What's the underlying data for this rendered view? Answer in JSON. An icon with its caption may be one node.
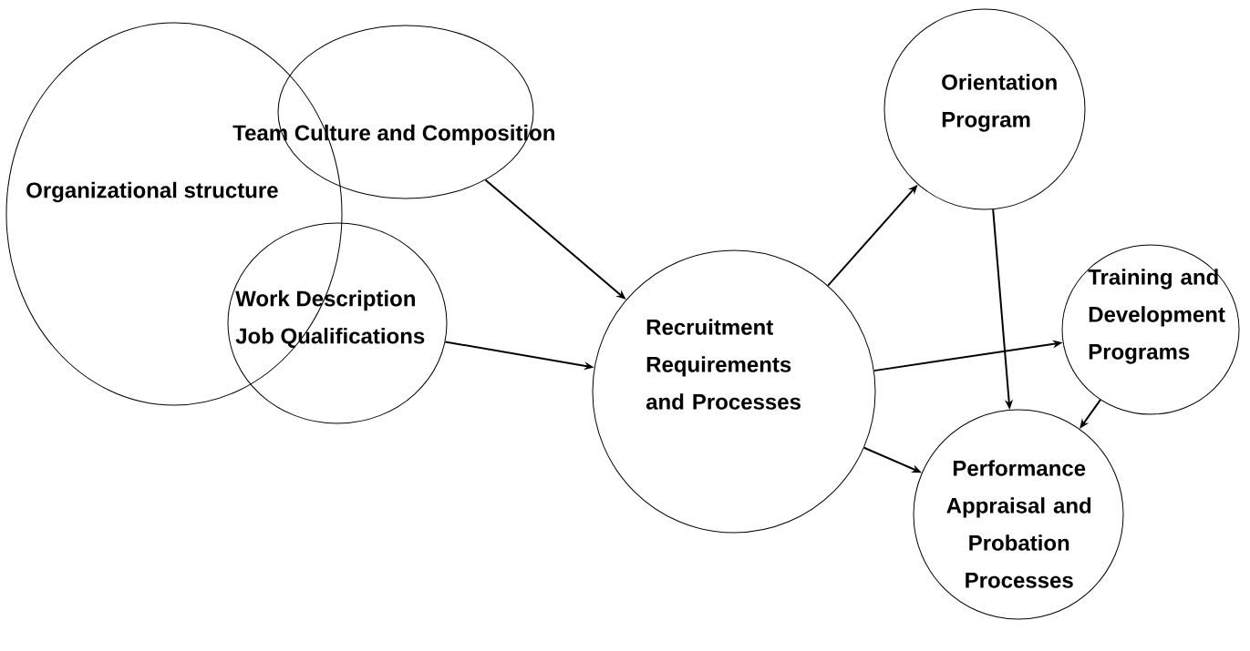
{
  "diagram": {
    "nodes": [
      {
        "text": [
          "Organizational structure"
        ]
      },
      {
        "text": [
          "Team Culture and Composition"
        ]
      },
      {
        "text": [
          "Work Description",
          "Job Qualifications"
        ]
      },
      {
        "text": [
          "Recruitment Requirements and Processes"
        ]
      },
      {
        "text": [
          "Orientation Program"
        ]
      },
      {
        "text": [
          "Training and Development Programs"
        ]
      },
      {
        "text": [
          "Performance Appraisal and Probation Processes"
        ]
      }
    ],
    "edges": [
      {
        "from": 1,
        "to": 3,
        "arrow": "to"
      },
      {
        "from": 2,
        "to": 3,
        "arrow": "to"
      },
      {
        "from": 3,
        "to": 4,
        "arrow": "to"
      },
      {
        "from": 3,
        "to": 5,
        "arrow": "to"
      },
      {
        "from": 3,
        "to": 6,
        "arrow": "to"
      },
      {
        "from": 4,
        "to": 6,
        "arrow": "to"
      },
      {
        "from": 5,
        "to": 6,
        "arrow": "to"
      }
    ]
  }
}
